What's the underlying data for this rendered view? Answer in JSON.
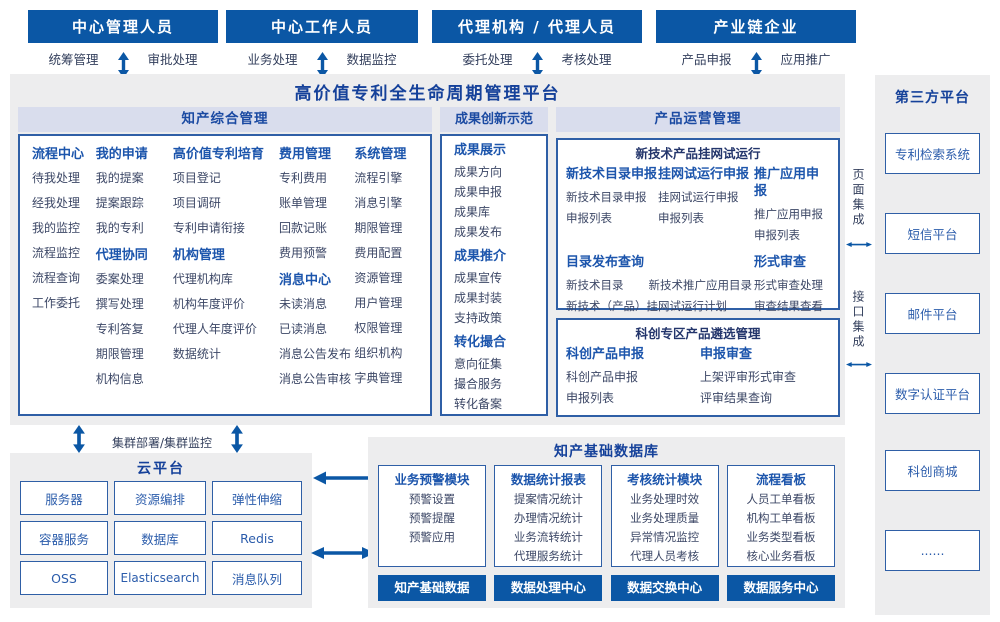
{
  "colors": {
    "primary_blue": "#0b57a5",
    "title_navy": "#15419a",
    "section_header_bg": "#d9dded",
    "panel_gray": "#ededee",
    "group_title_blue": "#1c55ac",
    "item_text": "#3c4766",
    "box_border": "#2f5fa6"
  },
  "top_actors": [
    {
      "title": "中心管理人员",
      "left_label": "统筹管理",
      "right_label": "审批处理"
    },
    {
      "title": "中心工作人员",
      "left_label": "业务处理",
      "right_label": "数据监控"
    },
    {
      "title": "代理机构 / 代理人员",
      "left_label": "委托处理",
      "right_label": "考核处理"
    },
    {
      "title": "产业链企业",
      "left_label": "产品申报",
      "right_label": "应用推广"
    }
  ],
  "platform": {
    "title": "高价值专利全生命周期管理平台",
    "ip_mgmt": {
      "header": "知产综合管理",
      "columns": [
        {
          "groups": [
            {
              "title": "流程中心",
              "items": [
                "待我处理",
                "经我处理",
                "我的监控",
                "流程监控",
                "流程查询",
                "工作委托"
              ]
            }
          ]
        },
        {
          "groups": [
            {
              "title": "我的申请",
              "items": [
                "我的提案",
                "提案跟踪",
                "我的专利"
              ]
            },
            {
              "title": "代理协同",
              "items": [
                "委案处理",
                "撰写处理",
                "专利答复",
                "期限管理",
                "机构信息"
              ]
            }
          ]
        },
        {
          "groups": [
            {
              "title": "高价值专利培育",
              "items": [
                "项目登记",
                "项目调研",
                "专利申请衔接"
              ]
            },
            {
              "title": "机构管理",
              "items": [
                "代理机构库",
                "机构年度评价",
                "代理人年度评价",
                "数据统计"
              ]
            }
          ]
        },
        {
          "groups": [
            {
              "title": "费用管理",
              "items": [
                "专利费用",
                "账单管理",
                "回款记账",
                "费用预警"
              ]
            },
            {
              "title": "消息中心",
              "items": [
                "未读消息",
                "已读消息",
                "消息公告发布",
                "消息公告审核"
              ]
            }
          ]
        },
        {
          "groups": [
            {
              "title": "系统管理",
              "items": [
                "流程引擎",
                "消息引擎",
                "期限管理",
                "费用配置",
                "资源管理",
                "用户管理",
                "权限管理",
                "组织机构",
                "字典管理"
              ]
            }
          ]
        }
      ]
    },
    "achievements": {
      "header": "成果创新示范",
      "groups": [
        {
          "title": "成果展示",
          "items": [
            "成果方向",
            "成果申报",
            "成果库",
            "成果发布"
          ]
        },
        {
          "title": "成果推介",
          "items": [
            "成果宣传",
            "成果封装",
            "支持政策"
          ]
        },
        {
          "title": "转化撮合",
          "items": [
            "意向征集",
            "撮合服务",
            "转化备案"
          ]
        }
      ]
    },
    "product_ops": {
      "header": "产品运营管理",
      "box1": {
        "title": "新技术产品挂网试运行",
        "col1": {
          "title": "新技术目录申报",
          "items": [
            "新技术目录申报",
            "申报列表"
          ]
        },
        "col2": {
          "title": "挂网试运行申报",
          "items": [
            "挂网试运行申报",
            "申报列表"
          ]
        },
        "col3": {
          "title": "推广应用申报",
          "items": [
            "推广应用申报",
            "申报列表"
          ]
        },
        "col4": {
          "title": "目录发布查询",
          "row1_left": "新技术目录",
          "row1_right": "新技术推广应用目录",
          "row2": "新技术（产品）挂网试运行计划"
        },
        "col5": {
          "title": "形式审查",
          "items": [
            "形式审查处理",
            "审查结果查看"
          ]
        }
      },
      "box2": {
        "title": "科创专区产品遴选管理",
        "col1": {
          "title": "科创产品申报",
          "items": [
            "科创产品申报",
            "申报列表"
          ]
        },
        "col2": {
          "title": "申报审查",
          "items": [
            "上架评审形式审查",
            "评审结果查询"
          ]
        }
      }
    }
  },
  "integration": {
    "page_label": "页面集成",
    "api_label": "接口集成"
  },
  "third_party": {
    "title": "第三方平台",
    "boxes": [
      "专利检索系统",
      "短信平台",
      "邮件平台",
      "数字认证平台",
      "科创商城",
      "......"
    ]
  },
  "cluster_label": "集群部署/集群监控",
  "cloud": {
    "title": "云平台",
    "boxes": [
      "服务器",
      "资源编排",
      "弹性伸缩",
      "容器服务",
      "数据库",
      "Redis",
      "OSS",
      "Elasticsearch",
      "消息队列"
    ]
  },
  "ip_database": {
    "title": "知产基础数据库",
    "modules": [
      {
        "title": "业务预警模块",
        "items": [
          "预警设置",
          "预警提醒",
          "预警应用"
        ],
        "footer": "知产基础数据"
      },
      {
        "title": "数据统计报表",
        "items": [
          "提案情况统计",
          "办理情况统计",
          "业务流转统计",
          "代理服务统计"
        ],
        "footer": "数据处理中心"
      },
      {
        "title": "考核统计模块",
        "items": [
          "业务处理时效",
          "业务处理质量",
          "异常情况监控",
          "代理人员考核"
        ],
        "footer": "数据交换中心"
      },
      {
        "title": "流程看板",
        "items": [
          "人员工单看板",
          "机构工单看板",
          "业务类型看板",
          "核心业务看板"
        ],
        "footer": "数据服务中心"
      }
    ]
  }
}
